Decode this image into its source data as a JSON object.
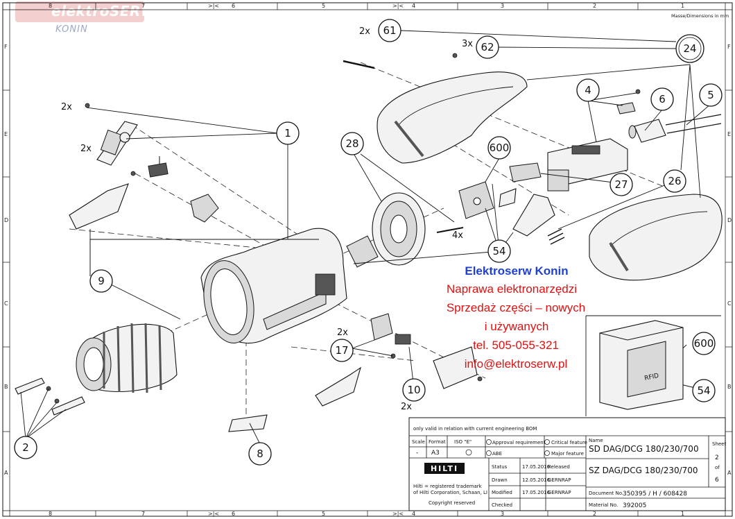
{
  "watermark": {
    "brand": "elektroSERW",
    "city": "KONIN"
  },
  "header_note": "Masse/Dimensions in mm",
  "frame": {
    "columns": [
      "8",
      "7",
      "6",
      "5",
      "4",
      "3",
      "2",
      "1"
    ],
    "rows": [
      "F",
      "E",
      "D",
      "C",
      "B",
      "A"
    ]
  },
  "callouts": [
    {
      "label": "1"
    },
    {
      "label": "2"
    },
    {
      "label": "4"
    },
    {
      "label": "5"
    },
    {
      "label": "6"
    },
    {
      "label": "8"
    },
    {
      "label": "9"
    },
    {
      "label": "10"
    },
    {
      "label": "17"
    },
    {
      "label": "24"
    },
    {
      "label": "26"
    },
    {
      "label": "27"
    },
    {
      "label": "28"
    },
    {
      "label": "54"
    },
    {
      "label": "54"
    },
    {
      "label": "61"
    },
    {
      "label": "62"
    },
    {
      "label": "600"
    },
    {
      "label": "600"
    }
  ],
  "quantities": [
    "2x",
    "2x",
    "2x",
    "3x",
    "4x",
    "2x",
    "2x"
  ],
  "overlay": {
    "company": "Elektroserw Konin",
    "service": "Naprawa elektronarzędzi",
    "sales_line1": "Sprzedaż części – nowych",
    "sales_line2": "i używanych",
    "phone": "tel. 505-055-321",
    "email": "info@elektroserw.pl",
    "colors": {
      "company": "#1f3fd6",
      "text": "#e01010"
    }
  },
  "title_block": {
    "note": "only valid in relation with current engineering BOM",
    "scale_label": "Scale",
    "scale_value": "-",
    "format_label": "Format",
    "format_value": "A3",
    "iso_label": "ISO \"E\"",
    "approval_req": "Approval requirement",
    "abe": "ABE",
    "critical_feature": "Critical feature",
    "major_feature": "Major feature",
    "name_label": "Name",
    "name_sd": "SD DAG/DCG 180/230/700",
    "name_sz": "SZ DAG/DCG 180/230/700",
    "sheet_label": "Sheet",
    "sheet_no": "2",
    "of_label": "of",
    "sheet_total": "6",
    "status_label": "Status",
    "status_date": "17.05.2016",
    "status_value": "Released",
    "drawn_label": "Drawn",
    "drawn_date": "12.05.2016",
    "drawn_by": "GERNRAP",
    "modified_label": "Modified",
    "modified_date": "17.05.2016",
    "modified_by": "GERNRAP",
    "checked_label": "Checked",
    "document_label": "Document No.",
    "document_no": "350395 / H / 608428",
    "material_label": "Material No.",
    "material_no": "392005",
    "brand": "HILTI",
    "trademark1": "Hilti = registered trademark",
    "trademark2": "of Hilti Corporation, Schaan, LI",
    "copyright": "Copyright reserved"
  },
  "rfid_label": "RFID"
}
